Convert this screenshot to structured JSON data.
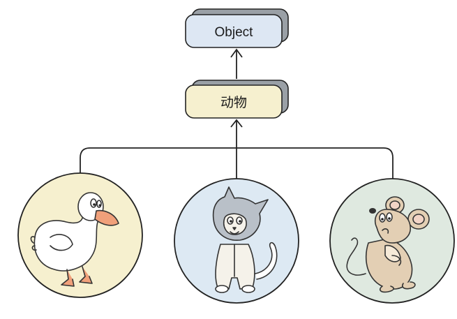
{
  "diagram": {
    "nodes": {
      "root": {
        "label": "Object",
        "fill": "#dde7f3"
      },
      "parent": {
        "label": "动物",
        "fill": "#f6f0cf"
      }
    },
    "children": [
      {
        "name": "duck",
        "icon": "duck-icon",
        "fill": "#f6f0cf"
      },
      {
        "name": "cat",
        "icon": "cat-icon",
        "fill": "#dde9f3"
      },
      {
        "name": "mouse",
        "icon": "mouse-icon",
        "fill": "#dfe9e0"
      }
    ],
    "colors": {
      "line": "#222222",
      "shadow": "#9aa0a6"
    }
  }
}
